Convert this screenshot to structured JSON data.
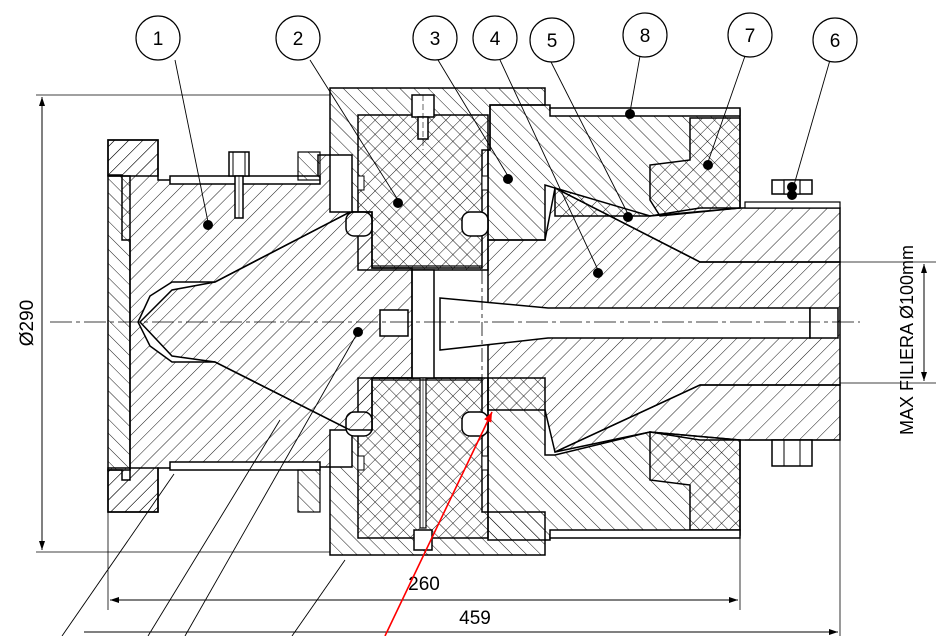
{
  "callouts": [
    {
      "label": "1"
    },
    {
      "label": "2"
    },
    {
      "label": "3"
    },
    {
      "label": "4"
    },
    {
      "label": "5"
    },
    {
      "label": "8"
    },
    {
      "label": "7"
    },
    {
      "label": "6"
    }
  ],
  "dimensions": {
    "diameter_overall": "Ø290",
    "length_inner": "260",
    "length_total": "459",
    "die_max_label": "MAX FILIERA  Ø100mm"
  },
  "colors": {
    "line": "#000000",
    "hatch": "#000000",
    "leader_highlight": "#ff0000"
  }
}
